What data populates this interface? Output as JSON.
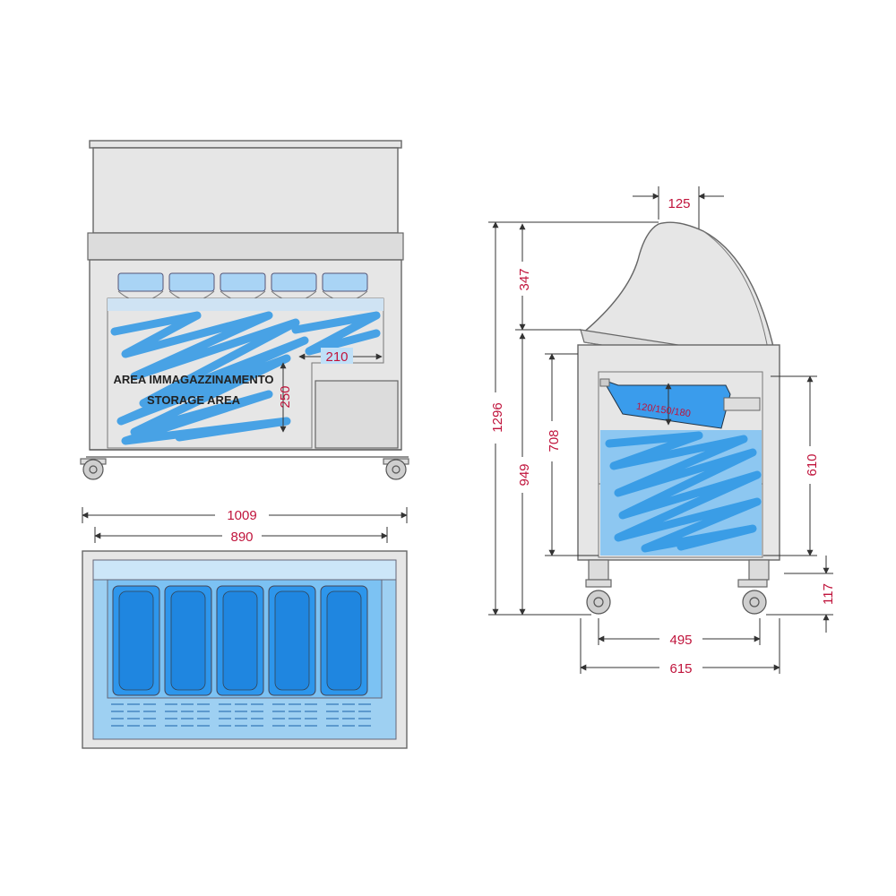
{
  "front_view": {
    "storage_label_it": "AREA IMMAGAZZINAMENTO",
    "storage_label_en": "STORAGE AREA",
    "dim_step_width": "210",
    "dim_step_height": "250"
  },
  "top_view": {
    "dim_outer_width": "1009",
    "dim_inner_width": "890"
  },
  "side_view": {
    "dim_top_depth": "125",
    "dim_total_height": "1296",
    "dim_canopy_height": "347",
    "dim_body_height": "949",
    "dim_tank_height": "708",
    "dim_inner_height": "610",
    "dim_foot_height": "117",
    "dim_wheel_base": "495",
    "dim_total_depth": "615",
    "pan_depths": "120/150/180"
  },
  "colors": {
    "dimension_text": "#c0143c",
    "storage_fill": "#56b4ef",
    "cabinet": "#e6e6e6"
  }
}
